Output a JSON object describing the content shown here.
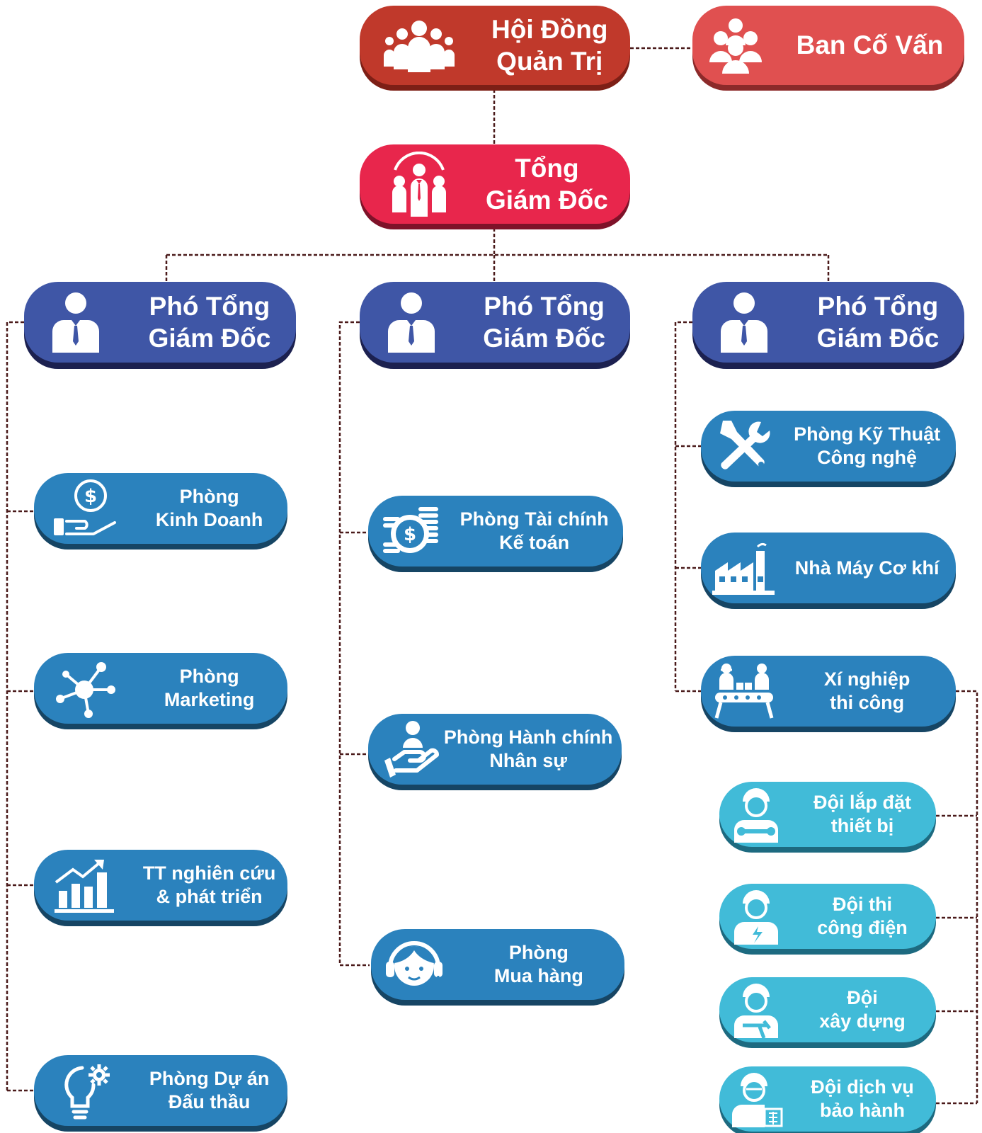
{
  "colors": {
    "board": "#c0392b",
    "advisory": "#e05050",
    "ceo": "#e8264c",
    "vice": "#3f56a6",
    "department": "#2b82bd",
    "team": "#41bbd8",
    "connector": "#4a1a1a"
  },
  "board": {
    "line1": "Hội Đồng",
    "line2": "Quản Trị",
    "icon": "group-people-icon"
  },
  "advisory": {
    "label": "Ban Cố Vấn",
    "icon": "team-people-icon"
  },
  "ceo": {
    "line1": "Tổng",
    "line2": "Giám Đốc",
    "icon": "leader-team-icon"
  },
  "vice": [
    {
      "line1": "Phó Tổng",
      "line2": "Giám Đốc",
      "icon": "businessman-icon"
    },
    {
      "line1": "Phó Tổng",
      "line2": "Giám Đốc",
      "icon": "businessman-icon"
    },
    {
      "line1": "Phó Tổng",
      "line2": "Giám Đốc",
      "icon": "businessman-icon"
    }
  ],
  "left_departments": [
    {
      "line1": "Phòng",
      "line2": "Kinh Doanh",
      "icon": "money-hand-icon"
    },
    {
      "line1": "Phòng",
      "line2": "Marketing",
      "icon": "network-icon"
    },
    {
      "line1": "TT nghiên cứu",
      "line2": "& phát triển",
      "icon": "growth-chart-icon"
    },
    {
      "line1": "Phòng Dự án",
      "line2": "Đấu thầu",
      "icon": "idea-gear-icon"
    }
  ],
  "middle_departments": [
    {
      "line1": "Phòng Tài chính",
      "line2": "Kế toán",
      "icon": "coins-icon"
    },
    {
      "line1": "Phòng Hành chính",
      "line2": "Nhân sự",
      "icon": "person-hand-icon"
    },
    {
      "line1": "Phòng",
      "line2": "Mua hàng",
      "icon": "headset-icon"
    }
  ],
  "right_departments": [
    {
      "line1": "Phòng Kỹ Thuật",
      "line2": "Công nghệ",
      "icon": "tools-icon"
    },
    {
      "label": "Nhà Máy Cơ khí",
      "icon": "factory-icon"
    },
    {
      "line1": "Xí nghiệp",
      "line2": "thi công",
      "icon": "conveyor-workers-icon"
    }
  ],
  "teams": [
    {
      "line1": "Đội lắp đặt",
      "line2": "thiết bị",
      "icon": "mechanic-icon"
    },
    {
      "line1": "Đội thi",
      "line2": "công điện",
      "icon": "electrician-icon"
    },
    {
      "line1": "Đội",
      "line2": "xây dựng",
      "icon": "builder-icon"
    },
    {
      "line1": "Đội dịch vụ",
      "line2": "bảo hành",
      "icon": "service-worker-icon"
    }
  ]
}
